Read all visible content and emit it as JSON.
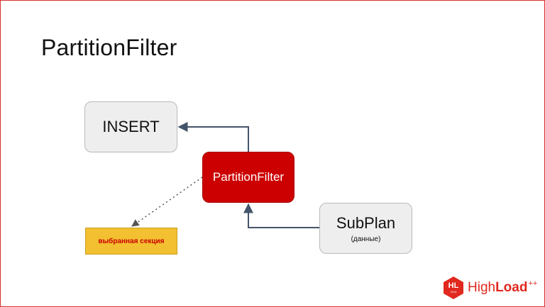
{
  "slide": {
    "title": "PartitionFilter"
  },
  "nodes": {
    "insert": {
      "label": "INSERT"
    },
    "partition_filter": {
      "label": "PartitionFilter"
    },
    "subplan": {
      "label": "SubPlan",
      "sublabel": "(данные)"
    },
    "selected_section": {
      "label": "выбранная секция"
    }
  },
  "colors": {
    "accent_red": "#cc0000",
    "node_gray": "#eeeeee",
    "section_yellow": "#f2c030",
    "arrow": "#44546a"
  },
  "logo": {
    "badge": "HL",
    "year": "2016",
    "word_light": "High",
    "word_bold": "Load",
    "superscript": "++"
  }
}
